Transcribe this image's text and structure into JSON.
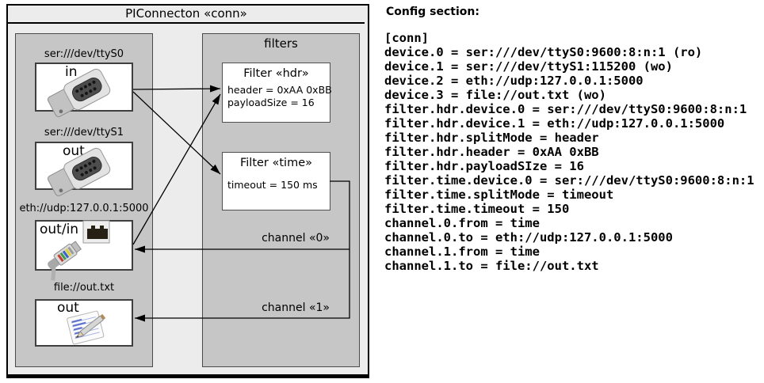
{
  "diagram": {
    "title": "PIConnecton «conn»",
    "devices_panel": {
      "devices": [
        {
          "label": "ser:///dev/ttyS0",
          "direction": "in",
          "icon": "serial-connector-icon"
        },
        {
          "label": "ser:///dev/ttyS1",
          "direction": "out",
          "icon": "serial-connector-icon"
        },
        {
          "label": "eth://udp:127.0.0.1:5000",
          "direction": "out/in",
          "icon": "ethernet-icon"
        },
        {
          "label": "file://out.txt",
          "direction": "out",
          "icon": "notepad-icon"
        }
      ]
    },
    "filters_panel": {
      "title": "filters",
      "filters": [
        {
          "title": "Filter «hdr»",
          "attributes": [
            "header = 0xAA 0xBB",
            "payloadSize = 16"
          ]
        },
        {
          "title": "Filter «time»",
          "attributes": [
            "timeout = 150 ms"
          ]
        }
      ],
      "channels": [
        {
          "label": "channel «0»"
        },
        {
          "label": "channel «1»"
        }
      ]
    },
    "connections": [
      {
        "from": "ser:///dev/ttyS0 (in)",
        "to": "Filter «hdr»"
      },
      {
        "from": "ser:///dev/ttyS0 (in)",
        "to": "Filter «time»"
      },
      {
        "from": "eth://udp:127.0.0.1:5000 (out/in)",
        "to": "Filter «hdr»"
      },
      {
        "from": "Filter «time»",
        "to": "eth://udp:127.0.0.1:5000 (out/in)",
        "via": "channel «0»"
      },
      {
        "from": "Filter «time»",
        "to": "file://out.txt (out)",
        "via": "channel «1»"
      }
    ]
  },
  "config": {
    "heading": "Config section:",
    "lines": [
      "[conn]",
      "device.0 = ser:///dev/ttyS0:9600:8:n:1 (ro)",
      "device.1 = ser:///dev/ttyS1:115200 (wo)",
      "device.2 = eth://udp:127.0.0.1:5000",
      "device.3 = file://out.txt (wo)",
      "filter.hdr.device.0 = ser:///dev/ttyS0:9600:8:n:1",
      "filter.hdr.device.1 = eth://udp:127.0.0.1:5000",
      "filter.hdr.splitMode = header",
      "filter.hdr.header = 0xAA 0xBB",
      "filter.hdr.payloadSIze = 16",
      "filter.time.device.0 = ser:///dev/ttyS0:9600:8:n:1",
      "filter.time.splitMode = timeout",
      "filter.time.timeout = 150",
      "channel.0.from = time",
      "channel.0.to = eth://udp:127.0.0.1:5000",
      "channel.1.from = time",
      "channel.1.to = file://out.txt"
    ]
  },
  "colors": {
    "outer_bg": "#ececec",
    "panel_bg": "#c6c6c6",
    "box_bg": "#ffffff",
    "line": "#000000",
    "text": "#000000"
  }
}
